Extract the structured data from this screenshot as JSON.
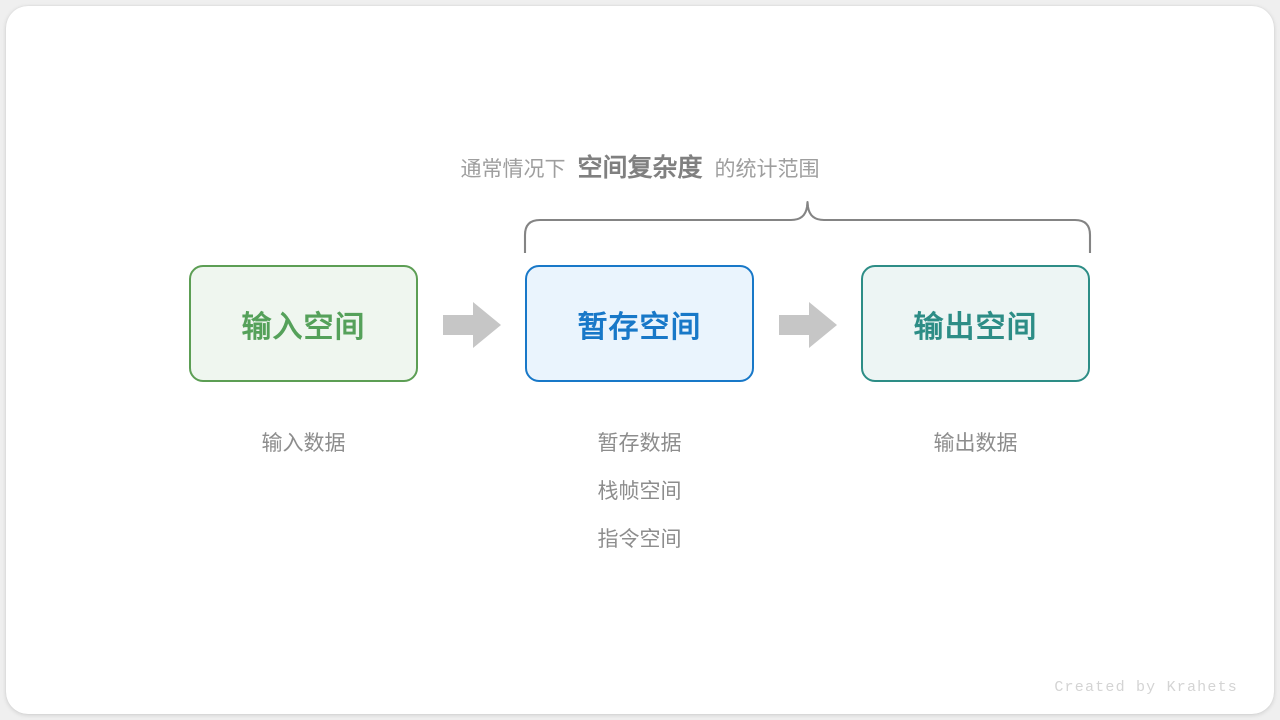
{
  "meta": {
    "background_color": "#efefef",
    "card_color": "#ffffff"
  },
  "caption": {
    "lead": "通常情况下",
    "strong": "空间复杂度",
    "trail": "的统计范围",
    "lead_color": "#9e9e9e",
    "strong_color": "#808080"
  },
  "brace": {
    "name": "curly-brace",
    "stroke_color": "#848484",
    "spans": [
      "暂存空间",
      "输出空间"
    ]
  },
  "boxes": [
    {
      "id": "input-space",
      "label": "输入空间",
      "fill": "#eff6ef",
      "border": "#5c9e54",
      "text_color": "#55a15a"
    },
    {
      "id": "temp-space",
      "label": "暂存空间",
      "fill": "#eaf4fd",
      "border": "#1878c8",
      "text_color": "#1878c8"
    },
    {
      "id": "output-space",
      "label": "输出空间",
      "fill": "#edf5f4",
      "border": "#2d8d86",
      "text_color": "#2d8d86"
    }
  ],
  "arrows": [
    {
      "id": "arrow-input-to-temp",
      "color": "#c6c6c6",
      "direction": "right"
    },
    {
      "id": "arrow-temp-to-output",
      "color": "#c6c6c6",
      "direction": "right"
    }
  ],
  "labels": {
    "input": [
      "输入数据"
    ],
    "temp": [
      "暂存数据",
      "栈帧空间",
      "指令空间"
    ],
    "output": [
      "输出数据"
    ],
    "color": "#8d8d8d"
  },
  "credit": {
    "text": "Created by Krahets",
    "color": "#d4d4d4"
  }
}
